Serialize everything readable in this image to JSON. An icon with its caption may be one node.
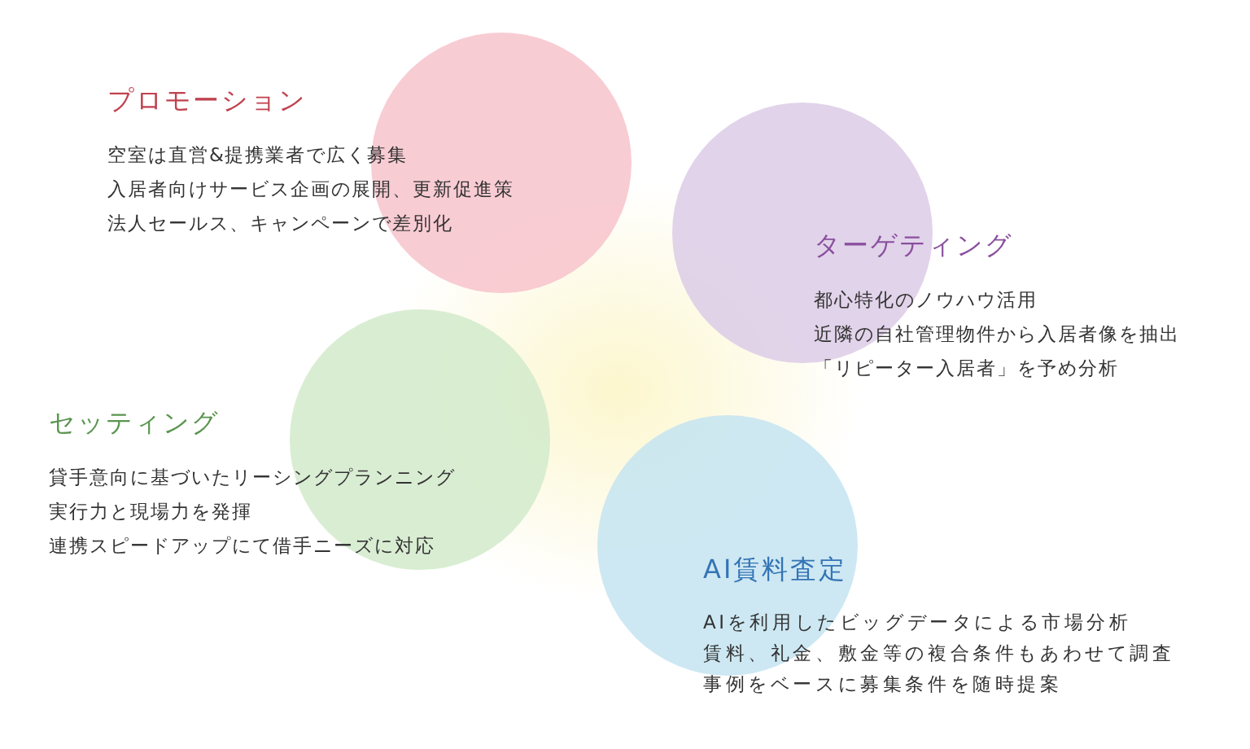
{
  "diagram": {
    "nodes": [
      {
        "text": [
          "プロモーション",
          "空室は直営&提携業者で広く募集",
          "入居者向けサービス企画の展開、更新促進策",
          "法人セールス、キャンペーンで差別化"
        ]
      },
      {
        "text": [
          "ターゲティング",
          "都心特化のノウハウ活用",
          "近隣の自社管理物件から入居者像を抽出",
          "「リピーター入居者」を予め分析"
        ]
      },
      {
        "text": [
          "セッティング",
          "貸手意向に基づいたリーシングプランニング",
          "実行力と現場力を発揮",
          "連携スピードアップにて借手ニーズに対応"
        ]
      },
      {
        "text": [
          "AI賃料査定",
          "AIを利用したビッグデータによる市場分析",
          "賃料、礼金、敷金等の複合条件もあわせて調査",
          "事例をベースに募集条件を随時提案"
        ]
      }
    ]
  }
}
